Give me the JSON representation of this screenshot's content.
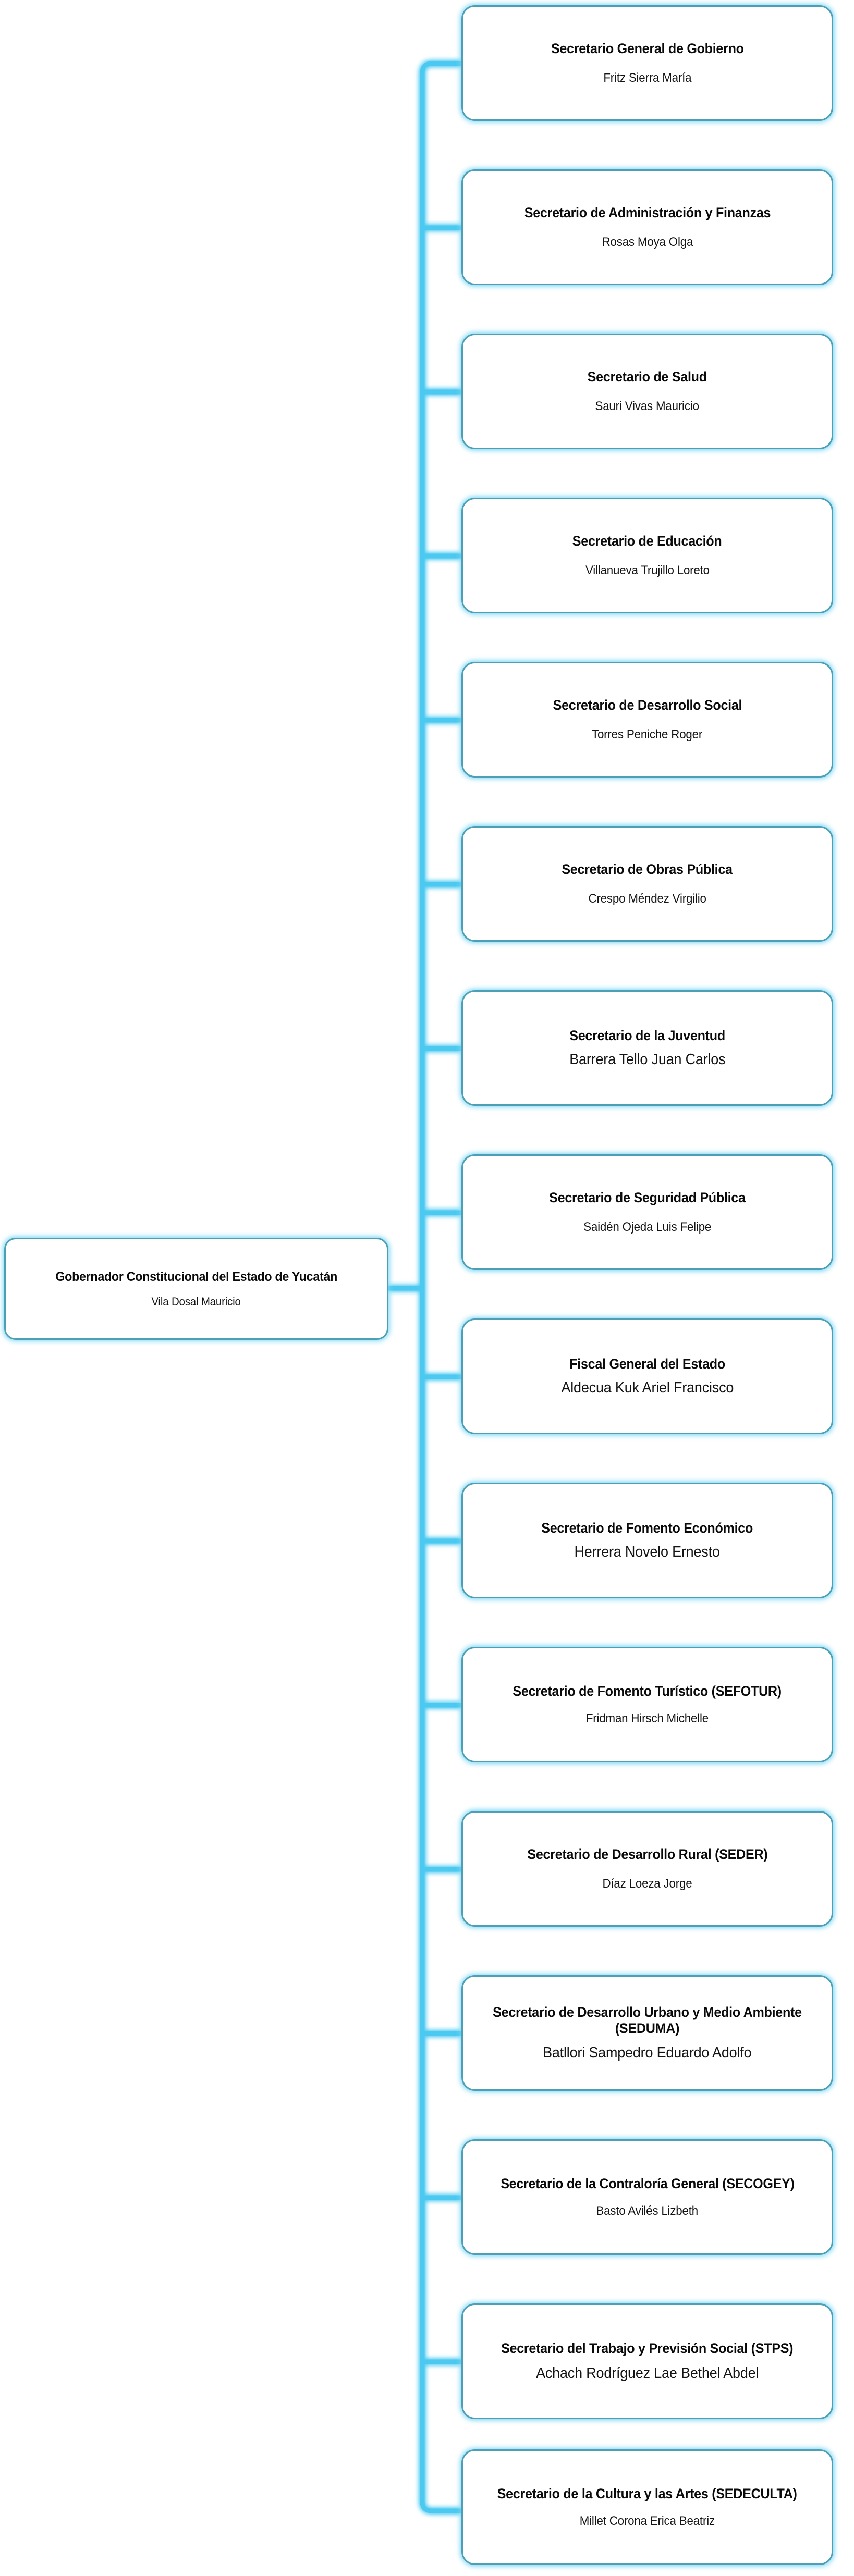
{
  "diagram": {
    "type": "organization-chart",
    "orientation": "left-root-right-children",
    "colors": {
      "node_border": "#4d9fb5",
      "node_glow": "#74d6f5",
      "connector": "#4cc9f0",
      "node_fill": "#ffffff",
      "text": "#0a0a0a",
      "background": "#ffffff"
    },
    "root": {
      "title": "Gobernador Constitucional del Estado de Yucatán",
      "person": "Vila Dosal Mauricio"
    },
    "children": [
      {
        "title": "Secretario General de Gobierno",
        "person": "Fritz Sierra María"
      },
      {
        "title": "Secretario de Administración y Finanzas",
        "person": "Rosas Moya Olga"
      },
      {
        "title": "Secretario de Salud",
        "person": "Sauri Vivas Mauricio"
      },
      {
        "title": "Secretario de Educación",
        "person": "Villanueva Trujillo Loreto"
      },
      {
        "title": "Secretario de Desarrollo Social",
        "person": "Torres Peniche Roger"
      },
      {
        "title": "Secretario de Obras Pública",
        "person": "Crespo Méndez Virgilio"
      },
      {
        "title": "Secretario de la Juventud",
        "person": "Barrera Tello Juan Carlos"
      },
      {
        "title": "Secretario de Seguridad Pública",
        "person": "Saidén Ojeda Luis Felipe"
      },
      {
        "title": "Fiscal General del Estado",
        "person": "Aldecua Kuk Ariel Francisco"
      },
      {
        "title": "Secretario de Fomento Económico",
        "person": "Herrera Novelo Ernesto"
      },
      {
        "title": "Secretario de Fomento Turístico (SEFOTUR)",
        "person": "Fridman Hirsch Michelle"
      },
      {
        "title": "Secretario de Desarrollo Rural (SEDER)",
        "person": "Díaz Loeza Jorge"
      },
      {
        "title": "Secretario de Desarrollo Urbano y Medio Ambiente (SEDUMA)",
        "person": "Batllori Sampedro Eduardo Adolfo"
      },
      {
        "title": "Secretario de la Contraloría General (SECOGEY)",
        "person": "Basto Avilés Lizbeth"
      },
      {
        "title": "Secretario del Trabajo y Previsión Social (STPS)",
        "person": "Achach Rodríguez Lae Bethel Abdel"
      },
      {
        "title": "Secretario de la Cultura y las Artes (SEDECULTA)",
        "person": "Millet Corona Erica Beatriz"
      }
    ]
  }
}
